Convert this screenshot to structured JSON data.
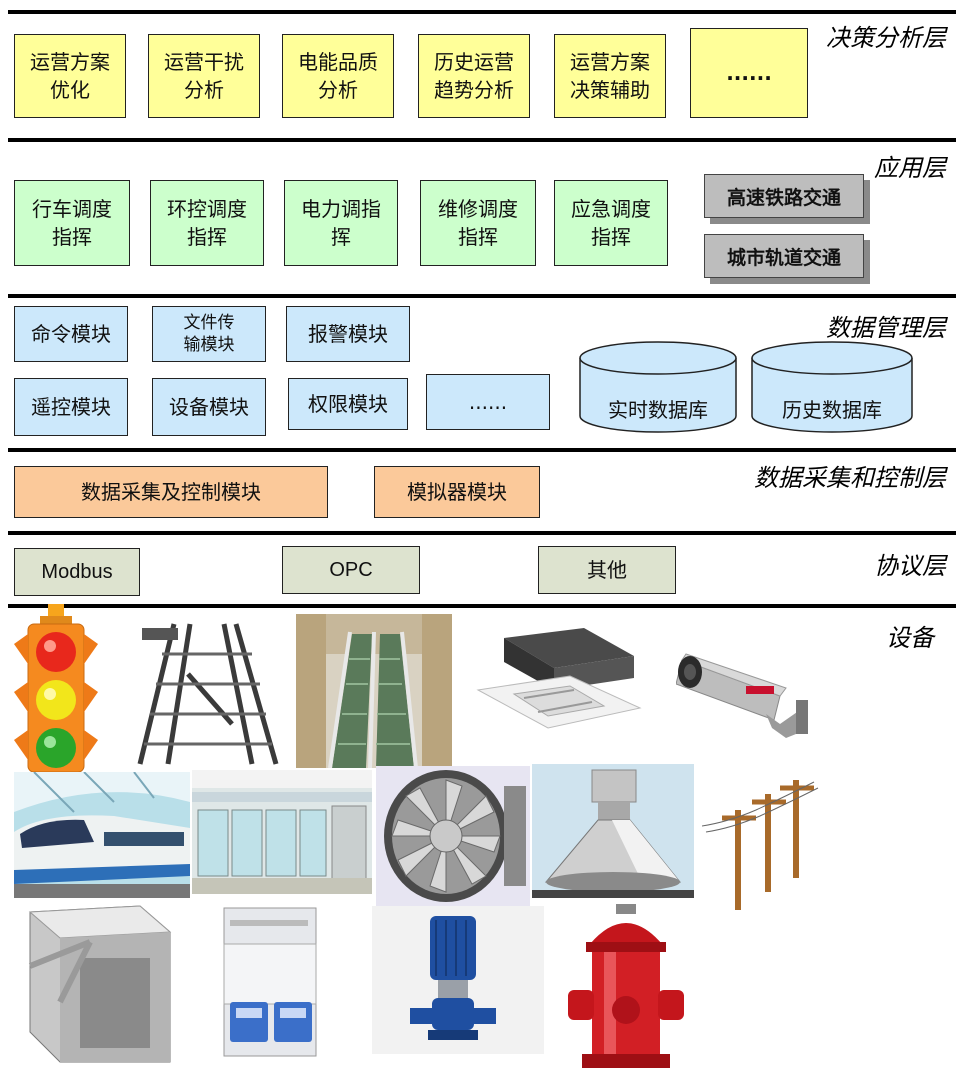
{
  "layers": {
    "decision": {
      "title": "决策分析层",
      "boxes": [
        {
          "l1": "运营方案",
          "l2": "优化"
        },
        {
          "l1": "运营干扰",
          "l2": "分析"
        },
        {
          "l1": "电能品质",
          "l2": "分析"
        },
        {
          "l1": "历史运营",
          "l2": "趋势分析"
        },
        {
          "l1": "运营方案",
          "l2": "决策辅助"
        },
        {
          "l1": "......",
          "l2": ""
        }
      ]
    },
    "application": {
      "title": "应用层",
      "boxes": [
        {
          "l1": "行车调度",
          "l2": "指挥"
        },
        {
          "l1": "环控调度",
          "l2": "指挥"
        },
        {
          "l1": "电力调指",
          "l2": "挥"
        },
        {
          "l1": "维修调度",
          "l2": "指挥"
        },
        {
          "l1": "应急调度",
          "l2": "指挥"
        }
      ],
      "side": [
        "高速铁路交通",
        "城市轨道交通"
      ]
    },
    "data_mgmt": {
      "title": "数据管理层",
      "modules": {
        "command": "命令模块",
        "file_l1": "文件传",
        "file_l2": "输模块",
        "alarm": "报警模块",
        "remote": "遥控模块",
        "device": "设备模块",
        "permission": "权限模块",
        "more": "......"
      },
      "databases": [
        "实时数据库",
        "历史数据库"
      ]
    },
    "acquisition": {
      "title": "数据采集和控制层",
      "boxes": [
        "数据采集及控制模块",
        "模拟器模块"
      ]
    },
    "protocol": {
      "title": "协议层",
      "boxes": [
        "Modbus",
        "OPC",
        "其他"
      ]
    },
    "device": {
      "title": "设备"
    }
  },
  "devices": [
    {
      "icon": "traffic-light-icon"
    },
    {
      "icon": "rail-switch-icon"
    },
    {
      "icon": "escalator-icon"
    },
    {
      "icon": "cassette-ac-icon"
    },
    {
      "icon": "cctv-camera-icon"
    },
    {
      "icon": "train-icon"
    },
    {
      "icon": "platform-door-icon"
    },
    {
      "icon": "axial-fan-icon"
    },
    {
      "icon": "high-bay-lamp-icon"
    },
    {
      "icon": "power-pole-icon"
    },
    {
      "icon": "turnstile-icon"
    },
    {
      "icon": "circuit-breaker-icon"
    },
    {
      "icon": "water-pump-icon"
    },
    {
      "icon": "fire-hydrant-icon"
    }
  ],
  "colors": {
    "decision": "#ffff99",
    "application": "#ccffcc",
    "data_mgmt": "#cce8fb",
    "acquisition": "#fbc99a",
    "protocol": "#dde3cf",
    "side": "#bdbdbd"
  }
}
